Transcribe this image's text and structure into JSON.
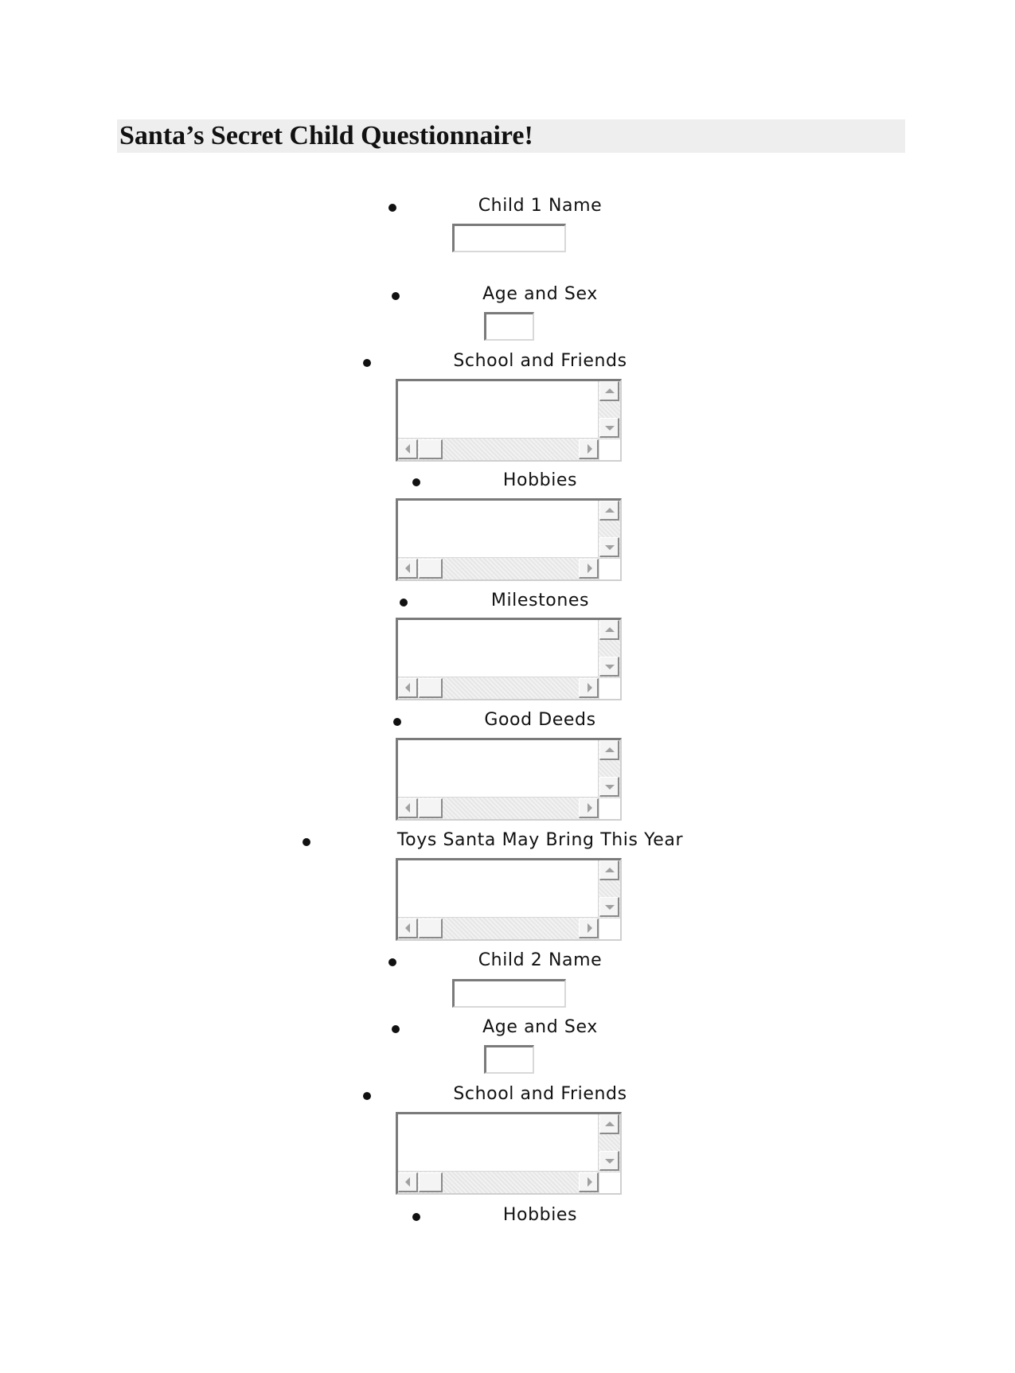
{
  "title": "Santa’s Secret Child Questionnaire!",
  "fields": [
    {
      "label": "Child 1 Name",
      "type": "text",
      "value": ""
    },
    {
      "label": "Age and Sex",
      "type": "text",
      "value": ""
    },
    {
      "label": "School and Friends",
      "type": "textarea",
      "value": ""
    },
    {
      "label": "Hobbies",
      "type": "textarea",
      "value": ""
    },
    {
      "label": "Milestones",
      "type": "textarea",
      "value": ""
    },
    {
      "label": "Good Deeds",
      "type": "textarea",
      "value": ""
    },
    {
      "label": "Toys Santa May Bring This Year",
      "type": "textarea",
      "value": ""
    },
    {
      "label": "Child 2 Name",
      "type": "text",
      "value": ""
    },
    {
      "label": "Age and Sex",
      "type": "text",
      "value": ""
    },
    {
      "label": "School and Friends",
      "type": "textarea",
      "value": ""
    },
    {
      "label": "Hobbies",
      "type": "label-only",
      "value": ""
    }
  ]
}
